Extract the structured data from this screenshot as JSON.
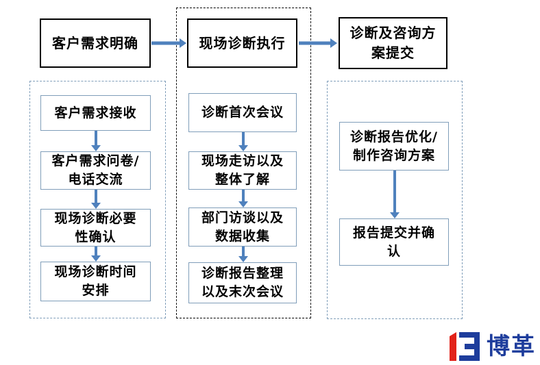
{
  "diagram": {
    "stages": [
      {
        "title": "客户需求明确",
        "steps": [
          "客户需求接收",
          "客户需求问卷/\n电话交流",
          "现场诊断必要\n性确认",
          "现场诊断时间\n安排"
        ]
      },
      {
        "title": "现场诊断执行",
        "steps": [
          "诊断首次会议",
          "现场走访以及\n整体了解",
          "部门访谈以及\n数据收集",
          "诊断报告整理\n以及末次会议"
        ]
      },
      {
        "title": "诊断及咨询方\n案提交",
        "steps": [
          "诊断报告优化/\n制作咨询方案",
          "报告提交并确\n认"
        ]
      }
    ]
  },
  "logo": {
    "brand_text": "博革",
    "mark_icon": "bogee-logo-mark"
  },
  "colors": {
    "arrow": "#4f81bd",
    "box_border": "#7f9db9",
    "header_border": "#000000",
    "container_blue": "#7f9db9",
    "container_black": "#000000",
    "logo_red": "#e2231a",
    "logo_blue": "#1e3d9c"
  }
}
